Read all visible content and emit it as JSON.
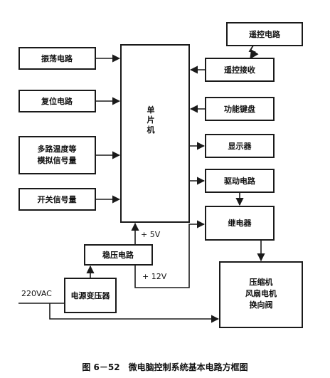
{
  "blocks": {
    "remote_circuit": "遥控电路",
    "remote_receiver": "遥控接收",
    "oscillator": "振荡电路",
    "reset": "复位电路",
    "analog_multi_1": "多路温度等",
    "analog_multi_2": "模拟信号量",
    "switch_signal": "开关信号量",
    "mcu_1": "单",
    "mcu_2": "片",
    "mcu_3": "机",
    "function_keys": "功能键盘",
    "display": "显示器",
    "driver": "驱动电路",
    "relay": "继电器",
    "regulator": "稳压电路",
    "transformer": "电源变压器",
    "load_1": "压缩机",
    "load_2": "风扇电机",
    "load_3": "换向阀"
  },
  "labels": {
    "plus5v": "+ 5V",
    "plus12v": "+ 12V",
    "ac_input": "220VAC"
  },
  "caption": "图 6－52　微电脑控制系统基本电路方框图"
}
